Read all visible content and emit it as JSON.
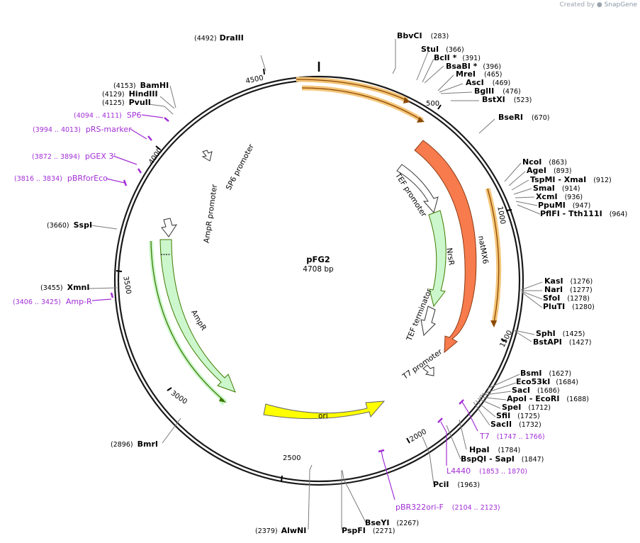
{
  "credit": {
    "created_by": "Created by",
    "brand": "SnapGene"
  },
  "plasmid": {
    "name": "pFG2",
    "length_label": "4708 bp",
    "length": 4708
  },
  "ticks": [
    "500",
    "1000",
    "1500",
    "2000",
    "2500",
    "3000",
    "3500",
    "4000",
    "4500"
  ],
  "sites": [
    {
      "name": "DraIII",
      "pos": "(4492)"
    },
    {
      "name": "BbvCI",
      "pos": "(283)"
    },
    {
      "name": "StuI",
      "pos": "(366)"
    },
    {
      "name": "BclI *",
      "pos": "(391)"
    },
    {
      "name": "BsaBI *",
      "pos": "(396)"
    },
    {
      "name": "MreI",
      "pos": "(465)"
    },
    {
      "name": "AscI",
      "pos": "(469)"
    },
    {
      "name": "BglII",
      "pos": "(476)"
    },
    {
      "name": "BstXI",
      "pos": "(523)"
    },
    {
      "name": "BseRI",
      "pos": "(670)"
    },
    {
      "name": "NcoI",
      "pos": "(863)"
    },
    {
      "name": "AgeI",
      "pos": "(893)"
    },
    {
      "name": "TspMI - XmaI",
      "pos": "(912)"
    },
    {
      "name": "SmaI",
      "pos": "(914)"
    },
    {
      "name": "XcmI",
      "pos": "(936)"
    },
    {
      "name": "PpuMI",
      "pos": "(947)"
    },
    {
      "name": "PflFI - Tth111I",
      "pos": "(964)"
    },
    {
      "name": "KasI",
      "pos": "(1276)"
    },
    {
      "name": "NarI",
      "pos": "(1277)"
    },
    {
      "name": "SfoI",
      "pos": "(1278)"
    },
    {
      "name": "PluTI",
      "pos": "(1280)"
    },
    {
      "name": "SphI",
      "pos": "(1425)"
    },
    {
      "name": "BstAPI",
      "pos": "(1427)"
    },
    {
      "name": "BsmI",
      "pos": "(1627)"
    },
    {
      "name": "Eco53kI",
      "pos": "(1684)"
    },
    {
      "name": "SacI",
      "pos": "(1686)"
    },
    {
      "name": "ApoI - EcoRI",
      "pos": "(1688)"
    },
    {
      "name": "SpeI",
      "pos": "(1712)"
    },
    {
      "name": "SfiI",
      "pos": "(1725)"
    },
    {
      "name": "SacII",
      "pos": "(1732)"
    },
    {
      "name": "HpaI",
      "pos": "(1784)"
    },
    {
      "name": "BspQI - SapI",
      "pos": "(1847)"
    },
    {
      "name": "PciI",
      "pos": "(1963)"
    },
    {
      "name": "BseYI",
      "pos": "(2267)"
    },
    {
      "name": "PspFI",
      "pos": "(2271)"
    },
    {
      "name": "AlwNI",
      "pos": "(2379)"
    },
    {
      "name": "BmrI",
      "pos": "(2896)"
    },
    {
      "name": "XmnI",
      "pos": "(3455)"
    },
    {
      "name": "SspI",
      "pos": "(3660)"
    },
    {
      "name": "PvuII",
      "pos": "(4125)"
    },
    {
      "name": "HindIII",
      "pos": "(4129)"
    },
    {
      "name": "BamHI",
      "pos": "(4153)"
    }
  ],
  "primers": [
    {
      "name": "T7",
      "pos": "(1747 .. 1766)"
    },
    {
      "name": "L4440",
      "pos": "(1853 .. 1870)"
    },
    {
      "name": "pBR322ori-F",
      "pos": "(2104 .. 2123)"
    },
    {
      "name": "Amp-R",
      "pos": "(3406 .. 3425)"
    },
    {
      "name": "pBRforEco",
      "pos": "(3816 .. 3834)"
    },
    {
      "name": "pGEX 3'",
      "pos": "(3872 .. 3894)"
    },
    {
      "name": "pRS-marker",
      "pos": "(3994 .. 4013)"
    },
    {
      "name": "SP6",
      "pos": "(4094 .. 4111)"
    }
  ],
  "features": [
    {
      "name": "natMX6",
      "color": "#f77b4d"
    },
    {
      "name": "TEF promoter",
      "color": "#ffffff"
    },
    {
      "name": "NrsR",
      "color": "#ccf7cc"
    },
    {
      "name": "TEF terminator",
      "color": "#ffffff"
    },
    {
      "name": "T7 promoter",
      "color": "#ffffff"
    },
    {
      "name": "ori",
      "color": "#ffff00"
    },
    {
      "name": "AmpR",
      "color": "#ccf7cc"
    },
    {
      "name": "AmpR promoter",
      "color": "#ffffff"
    },
    {
      "name": "SP6 promoter",
      "color": "#ffffff"
    }
  ],
  "colors": {
    "primer": "#a22fd6",
    "orange_arrow": "#f5c57a",
    "orange_arrow_edge": "#8a4a00",
    "green_arrow_edge": "#3d7a00",
    "backbone": "#1a1a1a"
  }
}
